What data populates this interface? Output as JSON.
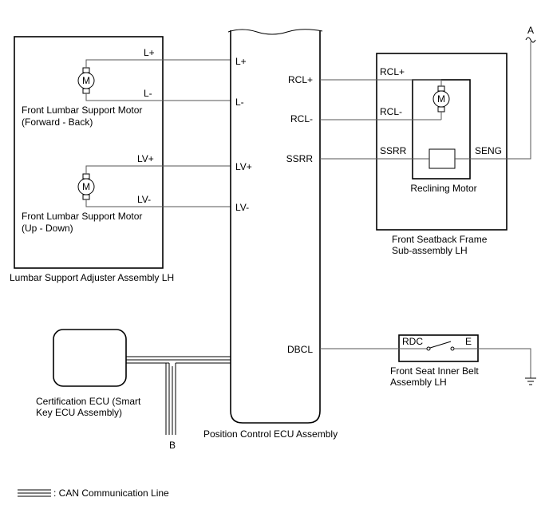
{
  "lumbar_assembly": {
    "label": "Lumbar Support Adjuster Assembly LH",
    "motor1": {
      "label_line1": "Front Lumbar Support Motor",
      "label_line2": "(Forward - Back)",
      "pos_terminal": "L+",
      "neg_terminal": "L-"
    },
    "motor2": {
      "label_line1": "Front Lumbar Support Motor",
      "label_line2": "(Up - Down)",
      "pos_terminal": "LV+",
      "neg_terminal": "LV-"
    },
    "motor_symbol": "M"
  },
  "ecu": {
    "label": "Position Control ECU Assembly",
    "left_terminals": [
      "L+",
      "L-",
      "LV+",
      "LV-"
    ],
    "right_terminals": [
      "RCL+",
      "RCL-",
      "SSRR",
      "DBCL"
    ]
  },
  "seatback": {
    "label_line1": "Front Seatback Frame",
    "label_line2": "Sub-assembly LH",
    "terminals": [
      "RCL+",
      "RCL-",
      "SSRR",
      "SENG"
    ],
    "motor_label": "Reclining Motor",
    "motor_symbol": "M"
  },
  "belt": {
    "label_line1": "Front Seat Inner Belt",
    "label_line2": "Assembly LH",
    "terminal_left": "RDC",
    "terminal_right": "E"
  },
  "cert_ecu": {
    "label_line1": "Certification ECU (Smart",
    "label_line2": "Key ECU Assembly)"
  },
  "connectors": {
    "a": "A",
    "b": "B"
  },
  "legend": {
    "label": ": CAN Communication Line"
  }
}
